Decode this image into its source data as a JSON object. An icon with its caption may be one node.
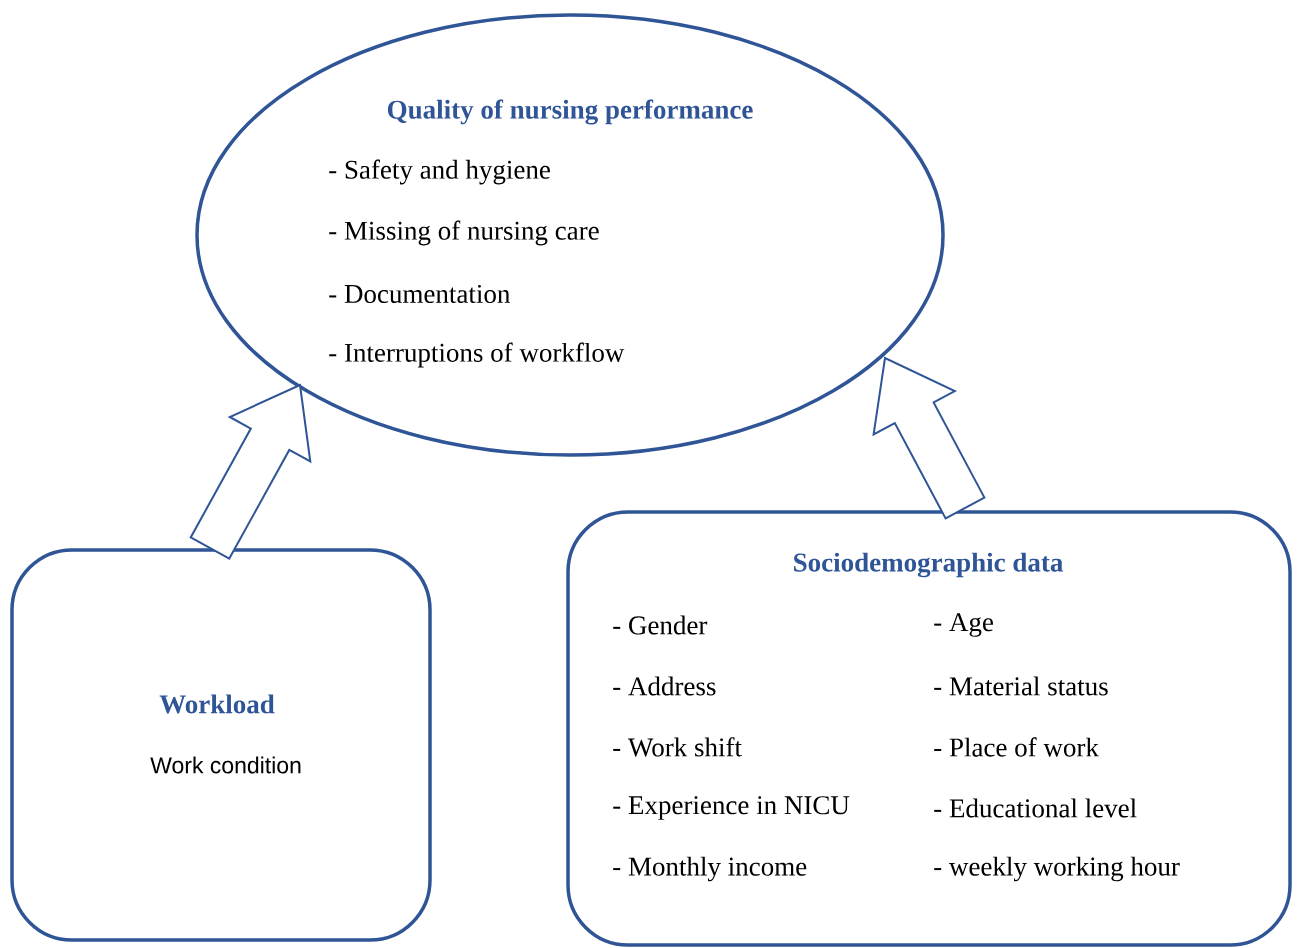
{
  "diagram": {
    "nodes": [
      {
        "text": [
          "Quality of nursing performance",
          "- Safety and hygiene",
          "- Missing of nursing care",
          "- Documentation",
          "- Interruptions of workflow"
        ]
      },
      {
        "text": [
          "Workload",
          "Work condition"
        ]
      },
      {
        "text": [
          "Sociodemographic data",
          "- Gender",
          "- Age",
          "- Address",
          "- Material status",
          "- Work shift",
          "- Place of work",
          "- Experience in NICU",
          "- Educational level",
          "- Monthly income",
          "- weekly working hour"
        ]
      }
    ],
    "edges": [
      {
        "from": 1,
        "to": 0,
        "arrow": "to"
      },
      {
        "from": 2,
        "to": 0,
        "arrow": "to"
      }
    ]
  }
}
